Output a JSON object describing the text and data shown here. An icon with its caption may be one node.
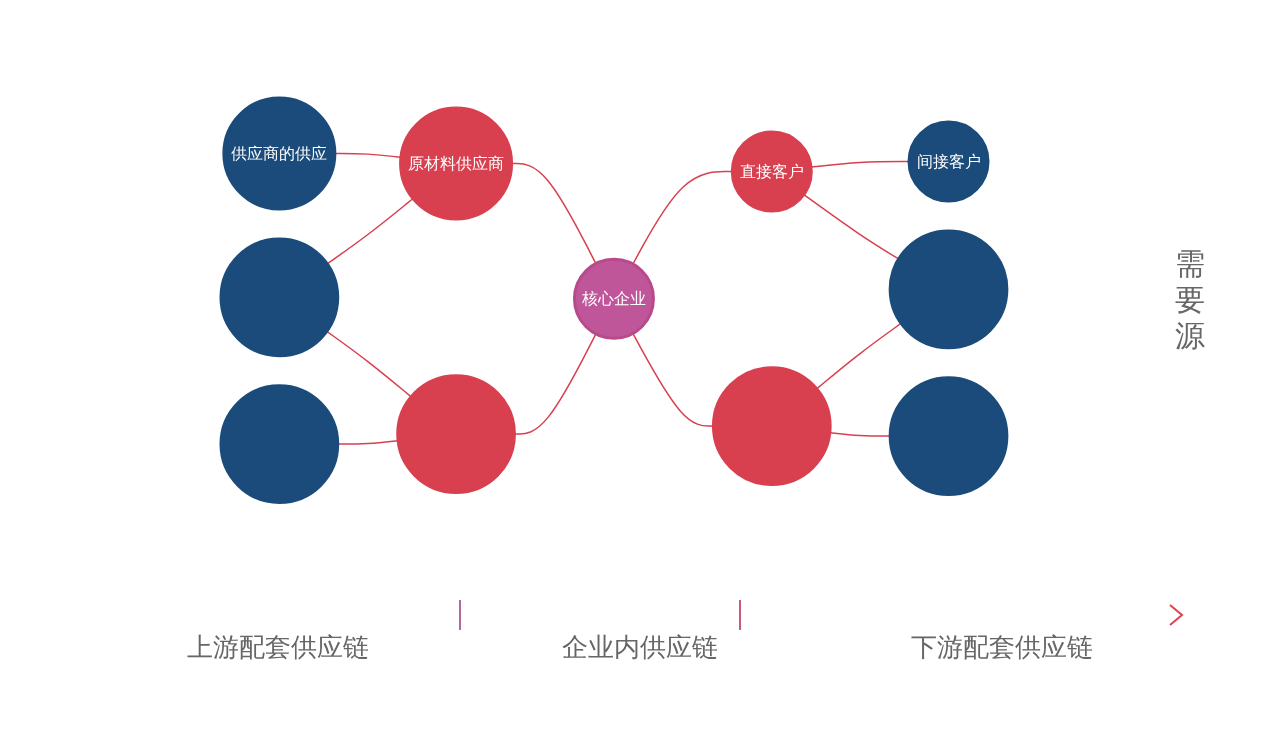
{
  "diagram": {
    "nodes": [
      {
        "text": [
          "供应商的供应"
        ]
      },
      {
        "text": [],
        "shape": "circle"
      },
      {
        "text": [],
        "shape": "circle"
      },
      {
        "text": [
          "原材料供应商"
        ]
      },
      {
        "text": [],
        "shape": "circle"
      },
      {
        "text": [
          "核心企业"
        ]
      },
      {
        "text": [
          "直接客户"
        ]
      },
      {
        "text": [],
        "shape": "circle"
      },
      {
        "text": [
          "间接客户"
        ]
      },
      {
        "text": [],
        "shape": "circle"
      },
      {
        "text": [],
        "shape": "circle"
      }
    ],
    "edges": [
      {
        "from": 0,
        "to": 3,
        "arrow": "none"
      },
      {
        "from": 1,
        "to": 3,
        "arrow": "none"
      },
      {
        "from": 1,
        "to": 4,
        "arrow": "none"
      },
      {
        "from": 2,
        "to": 4,
        "arrow": "none"
      },
      {
        "from": 3,
        "to": 5,
        "arrow": "none"
      },
      {
        "from": 4,
        "to": 5,
        "arrow": "none"
      },
      {
        "from": 5,
        "to": 6,
        "arrow": "none"
      },
      {
        "from": 5,
        "to": 7,
        "arrow": "none"
      },
      {
        "from": 6,
        "to": 8,
        "arrow": "none"
      },
      {
        "from": 6,
        "to": 9,
        "arrow": "none"
      },
      {
        "from": 7,
        "to": 9,
        "arrow": "none"
      },
      {
        "from": 7,
        "to": 10,
        "arrow": "none"
      }
    ],
    "labels": [
      "需要源",
      "上游配套供应链",
      "企业内供应链",
      "下游配套供应链"
    ]
  }
}
